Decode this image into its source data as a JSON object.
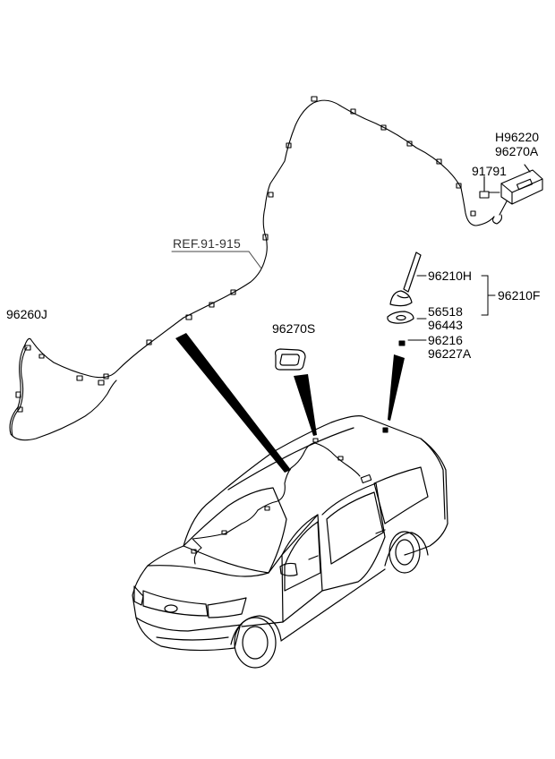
{
  "labels": {
    "h96220": "H96220",
    "p96270a": "96270A",
    "p91791": "91791",
    "ref": "REF.91-915",
    "p96210h": "96210H",
    "p96210f": "96210F",
    "p56518": "56518",
    "p96443": "96443",
    "p96260j": "96260J",
    "p96270s": "96270S",
    "p96216": "96216",
    "p96227a": "96227A"
  }
}
